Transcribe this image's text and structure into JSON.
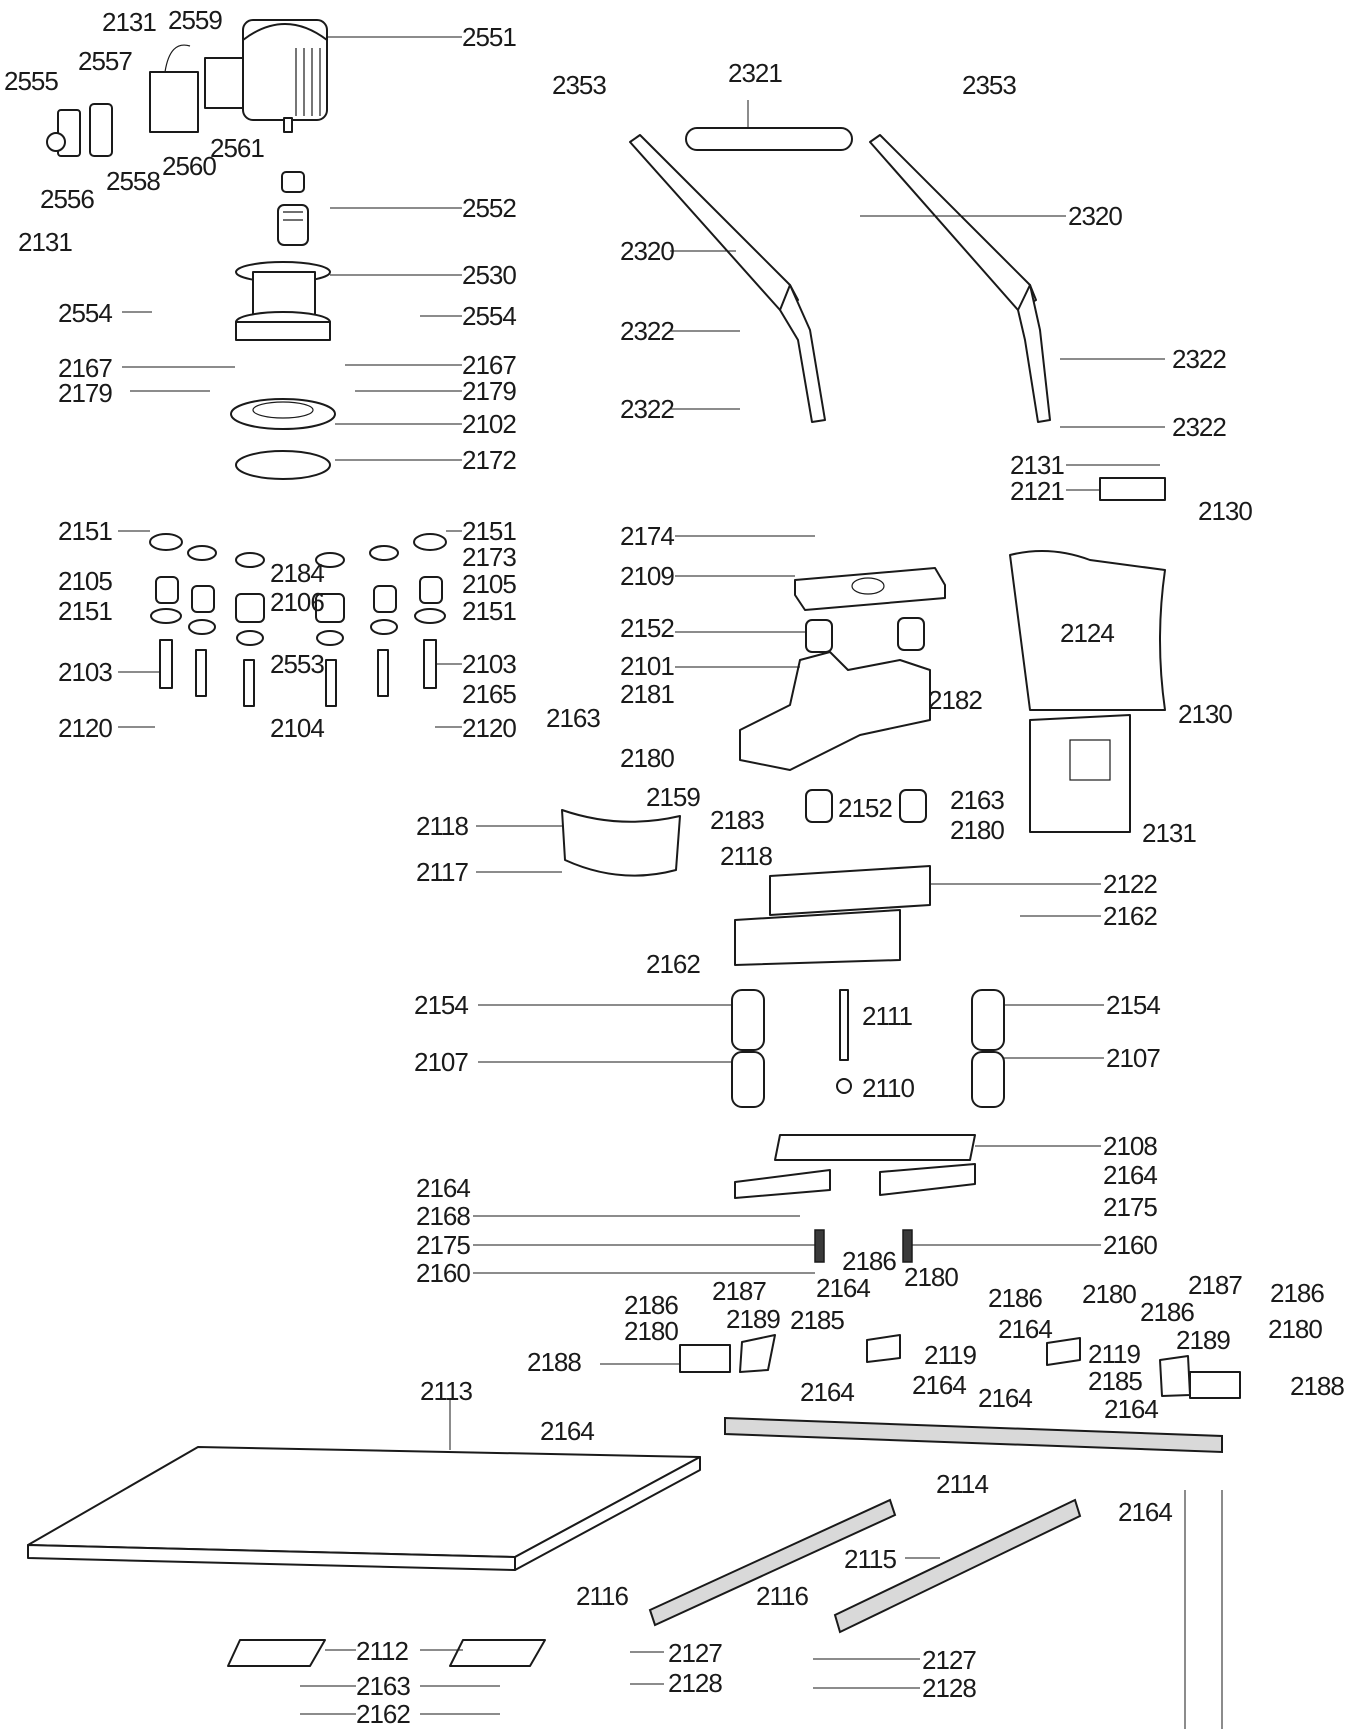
{
  "callouts": [
    {
      "id": "c1",
      "text": "2131"
    },
    {
      "id": "c2",
      "text": "2559"
    },
    {
      "id": "c3",
      "text": "2551"
    },
    {
      "id": "c4",
      "text": "2557"
    },
    {
      "id": "c5",
      "text": "2555"
    },
    {
      "id": "c6",
      "text": "2561"
    },
    {
      "id": "c7",
      "text": "2558"
    },
    {
      "id": "c8",
      "text": "2560"
    },
    {
      "id": "c9",
      "text": "2556"
    },
    {
      "id": "c10",
      "text": "2131"
    },
    {
      "id": "c11",
      "text": "2552"
    },
    {
      "id": "c12",
      "text": "2530"
    },
    {
      "id": "c13",
      "text": "2554"
    },
    {
      "id": "c14",
      "text": "2554"
    },
    {
      "id": "c15",
      "text": "2167"
    },
    {
      "id": "c16",
      "text": "2167"
    },
    {
      "id": "c17",
      "text": "2179"
    },
    {
      "id": "c18",
      "text": "2179"
    },
    {
      "id": "c19",
      "text": "2102"
    },
    {
      "id": "c20",
      "text": "2172"
    },
    {
      "id": "c21",
      "text": "2151"
    },
    {
      "id": "c22",
      "text": "2151"
    },
    {
      "id": "c23",
      "text": "2173"
    },
    {
      "id": "c24",
      "text": "2105"
    },
    {
      "id": "c25",
      "text": "2105"
    },
    {
      "id": "c26",
      "text": "2184"
    },
    {
      "id": "c27",
      "text": "2106"
    },
    {
      "id": "c28",
      "text": "2151"
    },
    {
      "id": "c29",
      "text": "2151"
    },
    {
      "id": "c30",
      "text": "2103"
    },
    {
      "id": "c31",
      "text": "2553"
    },
    {
      "id": "c32",
      "text": "2103"
    },
    {
      "id": "c33",
      "text": "2165"
    },
    {
      "id": "c34",
      "text": "2120"
    },
    {
      "id": "c35",
      "text": "2104"
    },
    {
      "id": "c36",
      "text": "2120"
    },
    {
      "id": "c37",
      "text": "2353"
    },
    {
      "id": "c38",
      "text": "2321"
    },
    {
      "id": "c39",
      "text": "2353"
    },
    {
      "id": "c40",
      "text": "2320"
    },
    {
      "id": "c41",
      "text": "2320"
    },
    {
      "id": "c42",
      "text": "2322"
    },
    {
      "id": "c43",
      "text": "2322"
    },
    {
      "id": "c44",
      "text": "2322"
    },
    {
      "id": "c45",
      "text": "2322"
    },
    {
      "id": "c46",
      "text": "2131"
    },
    {
      "id": "c47",
      "text": "2121"
    },
    {
      "id": "c48",
      "text": "2130"
    },
    {
      "id": "c49",
      "text": "2174"
    },
    {
      "id": "c50",
      "text": "2109"
    },
    {
      "id": "c51",
      "text": "2124"
    },
    {
      "id": "c52",
      "text": "2152"
    },
    {
      "id": "c53",
      "text": "2101"
    },
    {
      "id": "c54",
      "text": "2181"
    },
    {
      "id": "c55",
      "text": "2182"
    },
    {
      "id": "c56",
      "text": "2163"
    },
    {
      "id": "c57",
      "text": "2130"
    },
    {
      "id": "c58",
      "text": "2180"
    },
    {
      "id": "c59",
      "text": "2163"
    },
    {
      "id": "c60",
      "text": "2159"
    },
    {
      "id": "c61",
      "text": "2183"
    },
    {
      "id": "c62",
      "text": "2152"
    },
    {
      "id": "c63",
      "text": "2180"
    },
    {
      "id": "c64",
      "text": "2131"
    },
    {
      "id": "c65",
      "text": "2118"
    },
    {
      "id": "c66",
      "text": "2118"
    },
    {
      "id": "c67",
      "text": "2117"
    },
    {
      "id": "c68",
      "text": "2122"
    },
    {
      "id": "c69",
      "text": "2162"
    },
    {
      "id": "c70",
      "text": "2162"
    },
    {
      "id": "c71",
      "text": "2154"
    },
    {
      "id": "c72",
      "text": "2154"
    },
    {
      "id": "c73",
      "text": "2111"
    },
    {
      "id": "c74",
      "text": "2107"
    },
    {
      "id": "c75",
      "text": "2107"
    },
    {
      "id": "c76",
      "text": "2110"
    },
    {
      "id": "c77",
      "text": "2108"
    },
    {
      "id": "c78",
      "text": "2164"
    },
    {
      "id": "c79",
      "text": "2164"
    },
    {
      "id": "c80",
      "text": "2175"
    },
    {
      "id": "c81",
      "text": "2168"
    },
    {
      "id": "c82",
      "text": "2175"
    },
    {
      "id": "c83",
      "text": "2160"
    },
    {
      "id": "c84",
      "text": "2160"
    },
    {
      "id": "c85",
      "text": "2186"
    },
    {
      "id": "c86",
      "text": "2180"
    },
    {
      "id": "c87",
      "text": "2164"
    },
    {
      "id": "c88",
      "text": "2186"
    },
    {
      "id": "c89",
      "text": "2187"
    },
    {
      "id": "c90",
      "text": "2180"
    },
    {
      "id": "c91",
      "text": "2189"
    },
    {
      "id": "c92",
      "text": "2185"
    },
    {
      "id": "c93",
      "text": "2188"
    },
    {
      "id": "c94",
      "text": "2119"
    },
    {
      "id": "c95",
      "text": "2164"
    },
    {
      "id": "c96",
      "text": "2164"
    },
    {
      "id": "c97",
      "text": "2186"
    },
    {
      "id": "c98",
      "text": "2180"
    },
    {
      "id": "c99",
      "text": "2186"
    },
    {
      "id": "c100",
      "text": "2187"
    },
    {
      "id": "c101",
      "text": "2186"
    },
    {
      "id": "c102",
      "text": "2164"
    },
    {
      "id": "c103",
      "text": "2119"
    },
    {
      "id": "c104",
      "text": "2189"
    },
    {
      "id": "c105",
      "text": "2180"
    },
    {
      "id": "c106",
      "text": "2185"
    },
    {
      "id": "c107",
      "text": "2188"
    },
    {
      "id": "c108",
      "text": "2164"
    },
    {
      "id": "c109",
      "text": "2164"
    },
    {
      "id": "c110",
      "text": "2113"
    },
    {
      "id": "c111",
      "text": "2164"
    },
    {
      "id": "c112",
      "text": "2114"
    },
    {
      "id": "c113",
      "text": "2164"
    },
    {
      "id": "c114",
      "text": "2115"
    },
    {
      "id": "c115",
      "text": "2116"
    },
    {
      "id": "c116",
      "text": "2116"
    },
    {
      "id": "c117",
      "text": "2112"
    },
    {
      "id": "c118",
      "text": "2127"
    },
    {
      "id": "c119",
      "text": "2127"
    },
    {
      "id": "c120",
      "text": "2163"
    },
    {
      "id": "c121",
      "text": "2128"
    },
    {
      "id": "c122",
      "text": "2128"
    },
    {
      "id": "c123",
      "text": "2162"
    }
  ]
}
